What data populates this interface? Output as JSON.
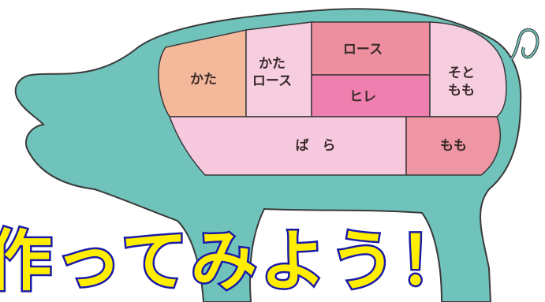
{
  "diagram": {
    "colors": {
      "body": "#6fc3bb",
      "outline": "#3a3a3a",
      "kata": "#f3b99a",
      "kata_loin": "#f7cde0",
      "loin": "#ee8fa0",
      "fillet": "#ee7fae",
      "soto_momo": "#f7cde0",
      "bara": "#f7c9de",
      "momo": "#ee96a4"
    },
    "cuts": {
      "kata": "かた",
      "kata_loin_1": "かた",
      "kata_loin_2": "ロース",
      "loin": "ロース",
      "fillet": "ヒレ",
      "soto_momo_1": "そと",
      "soto_momo_2": "もも",
      "bara": "ば　ら",
      "momo": "もも"
    }
  },
  "headline": {
    "text": "作ってみよう！",
    "fill_color": "#ffee00",
    "stroke_color": "#1a1aa8"
  }
}
